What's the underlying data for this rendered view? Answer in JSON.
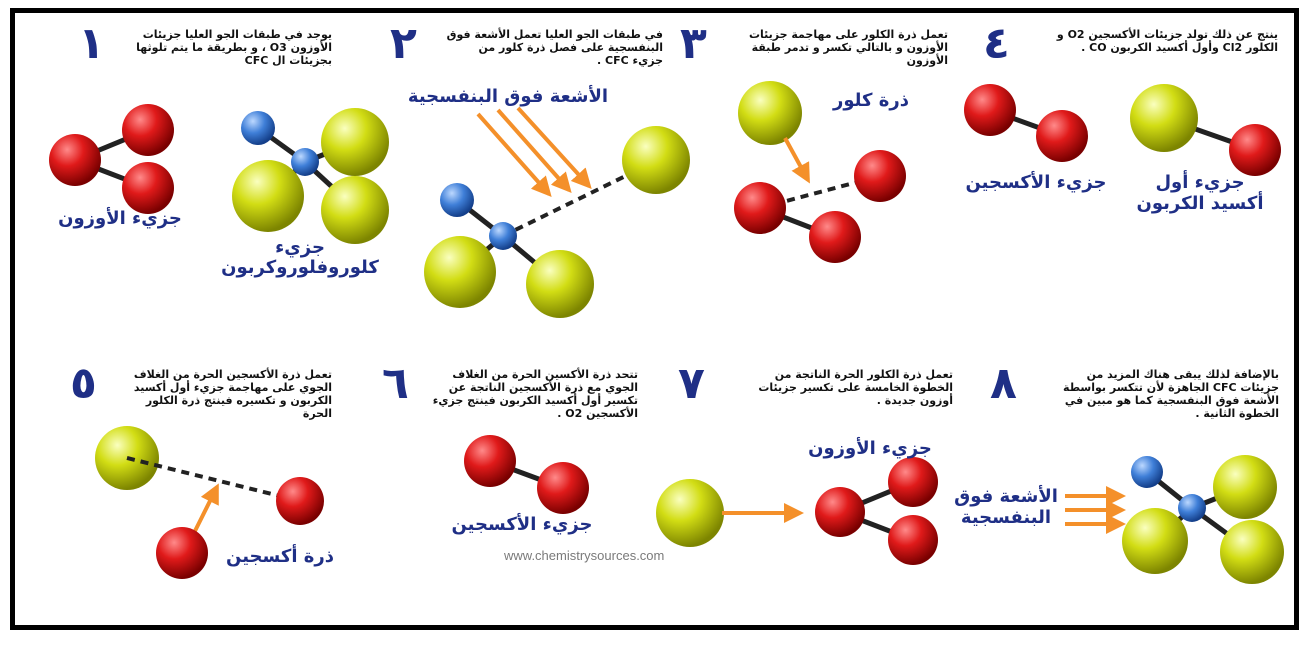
{
  "steps": [
    {
      "number": "١",
      "text": "يوجد في طبقات الجو العليا جزيئات الأوزون O3 ، و بطريقة ما يتم تلوثها بجزيئات ال CFC"
    },
    {
      "number": "٢",
      "text": "في طبقات الجو العليا تعمل الأشعة فوق البنفسجية على فصل ذرة كلور من جزيء CFC ."
    },
    {
      "number": "٣",
      "text": "تعمل ذرة الكلور على مهاجمة جزيئات الأوزون و بالتالي تكسر و تدمر طبقة الأوزون"
    },
    {
      "number": "٤",
      "text": "ينتج عن ذلك تولد جزيئات الأكسجين O2 و الكلور Cl2 وأول أكسيد الكربون CO ."
    },
    {
      "number": "٥",
      "text": "تعمل ذرة الأكسجين الحرة من الغلاف الجوي على مهاجمة جزيء أول أكسيد الكربون و تكسيره فينتج ذرة الكلور الحرة"
    },
    {
      "number": "٦",
      "text": "تتحد ذرة الأكسين الحرة من الغلاف الجوي مع ذرة الأكسجين الناتجة عن تكسير أول أكسيد الكربون فينتج جزيء الأكسجين O2 ."
    },
    {
      "number": "٧",
      "text": "تعمل ذرة الكلور الحرة الناتجة من الخطوة الخامسة على تكسير جزيئات أوزون جديدة ."
    },
    {
      "number": "٨",
      "text": "بالإضافة لذلك يبقى هناك المزيد من جزيئات CFC الجاهزة لأن تتكسر بواسطة الأشعة فوق البنفسجية كما هو مبين في الخطوة الثانية ."
    }
  ],
  "labels": {
    "ozone_molecule": "جزيء الأوزون",
    "cfc_molecule_line1": "جزيء",
    "cfc_molecule_line2": "كلوروفلوروكربون",
    "uv_rays": "الأشعة فوق البنفسجية",
    "chlorine_atom": "ذرة كلور",
    "oxygen_molecule": "جزيء الأكسجين",
    "co_molecule_line1": "جزيء أول",
    "co_molecule_line2": "أكسيد الكربون",
    "oxygen_atom": "ذرة أكسجين",
    "oxygen_molecule_2": "جزيء الأكسجين",
    "ozone_molecule_2": "جزيء الأوزون",
    "uv_rays_2_line1": "الأشعة فوق",
    "uv_rays_2_line2": "البنفسجية"
  },
  "credit": "www.chemistrysources.com",
  "colors": {
    "oxygen": "#d81818",
    "chlorine": "#cfdc12",
    "carbon": "#3f7fd8",
    "arrow": "#f4902a",
    "label": "#1f2f86"
  }
}
